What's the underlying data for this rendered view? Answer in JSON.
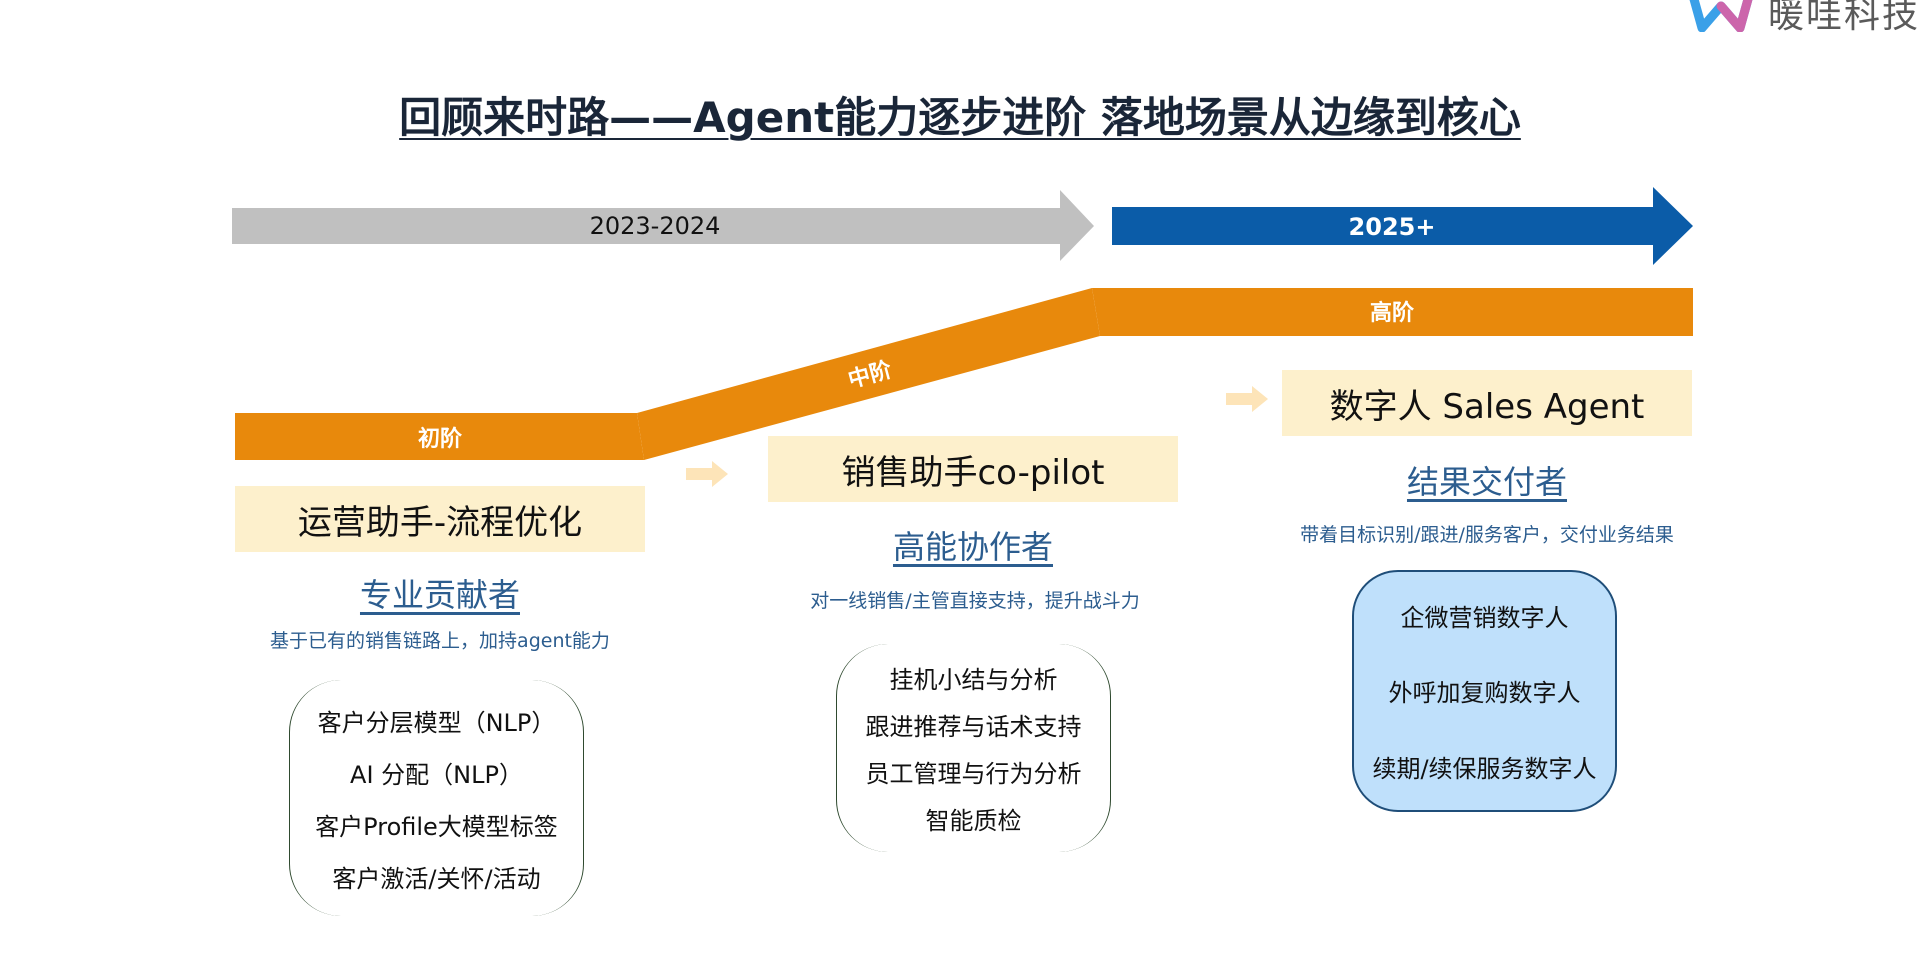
{
  "header": {
    "title": "回顾来时路——Agent能力逐步进阶  落地场景从边缘到核心",
    "logo_text": "暖哇科技"
  },
  "timeline": {
    "period_1": "2023-2024",
    "period_2": "2025+"
  },
  "levels": {
    "beginner": "初阶",
    "intermediate": "中阶",
    "advanced": "高阶"
  },
  "stages": [
    {
      "box": "运营助手-流程优化",
      "role": "专业贡献者",
      "desc": "基于已有的销售链路上，加持agent能力",
      "items": [
        "客户分层模型（NLP）",
        "AI 分配（NLP）",
        "客户Profile大模型标签",
        "客户激活/关怀/活动"
      ]
    },
    {
      "box": "销售助手co-pilot",
      "role": "高能协作者",
      "desc": "对一线销售/主管直接支持，提升战斗力",
      "items": [
        "挂机小结与分析",
        "跟进推荐与话术支持",
        "员工管理与行为分析",
        "智能质检"
      ]
    },
    {
      "box": "数字人 Sales Agent",
      "role": "结果交付者",
      "desc": "带着目标识别/跟进/服务客户，交付业务结果",
      "items": [
        "企微营销数字人",
        "外呼加复购数字人",
        "续期/续保服务数字人"
      ]
    }
  ],
  "colors": {
    "gray_arrow": "#c0c0c0",
    "blue_arrow": "#0b5ca8",
    "orange_band": "#e8890c",
    "box_fill": "#fdf0cc",
    "role_text": "#2c5d8f",
    "blue_list_fill": "#bfe0fb"
  },
  "icons": [
    "logo-icon",
    "small-arrow-icon"
  ]
}
